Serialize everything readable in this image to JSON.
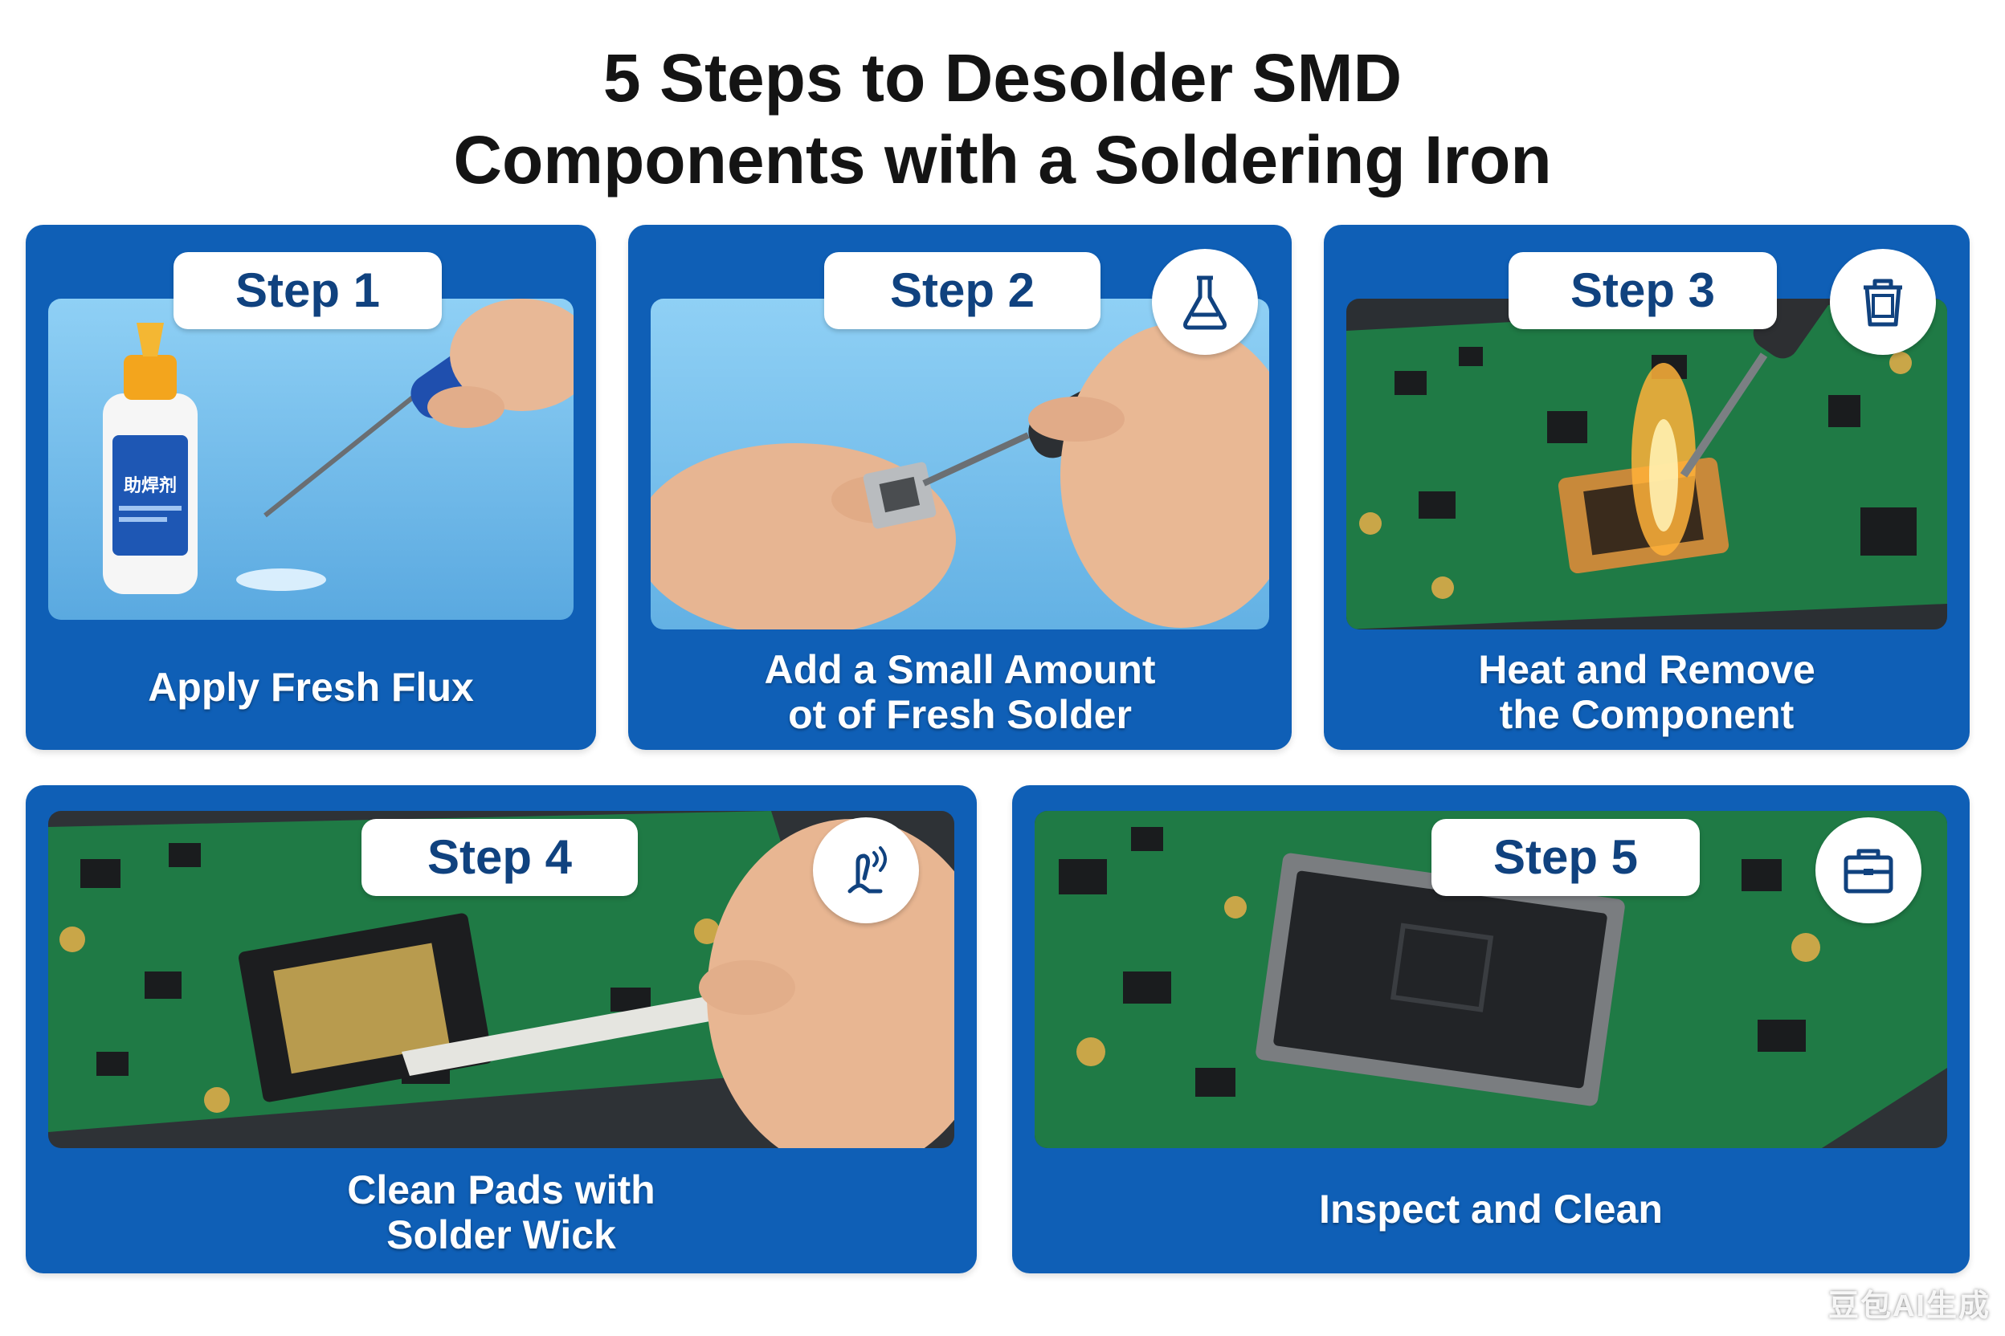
{
  "title": {
    "line1": "5 Steps to Desolder SMD",
    "line2": "Components with a Soldering Iron"
  },
  "steps": [
    {
      "badge": "Step 1",
      "caption": [
        "Apply Fresh Flux"
      ],
      "icon": "none"
    },
    {
      "badge": "Step 2",
      "caption": [
        "Add a Small Amount",
        "ot of Fresh Solder"
      ],
      "icon": "flask-icon"
    },
    {
      "badge": "Step 3",
      "caption": [
        "Heat and Remove",
        "the Component"
      ],
      "icon": "trash-can-icon"
    },
    {
      "badge": "Step 4",
      "caption": [
        "Clean Pads with",
        "Solder Wick"
      ],
      "icon": "hand-wick-icon"
    },
    {
      "badge": "Step 5",
      "caption": [
        "Inspect and Clean"
      ],
      "icon": "toolbox-icon"
    }
  ],
  "bottle_label": "助焊剂",
  "watermark": "豆包AI生成",
  "colors": {
    "card_blue": "#0f5fb6",
    "badge_text": "#10427f",
    "pcb_green": "#1f7a45",
    "sky_blue": "#7fc3ee"
  }
}
